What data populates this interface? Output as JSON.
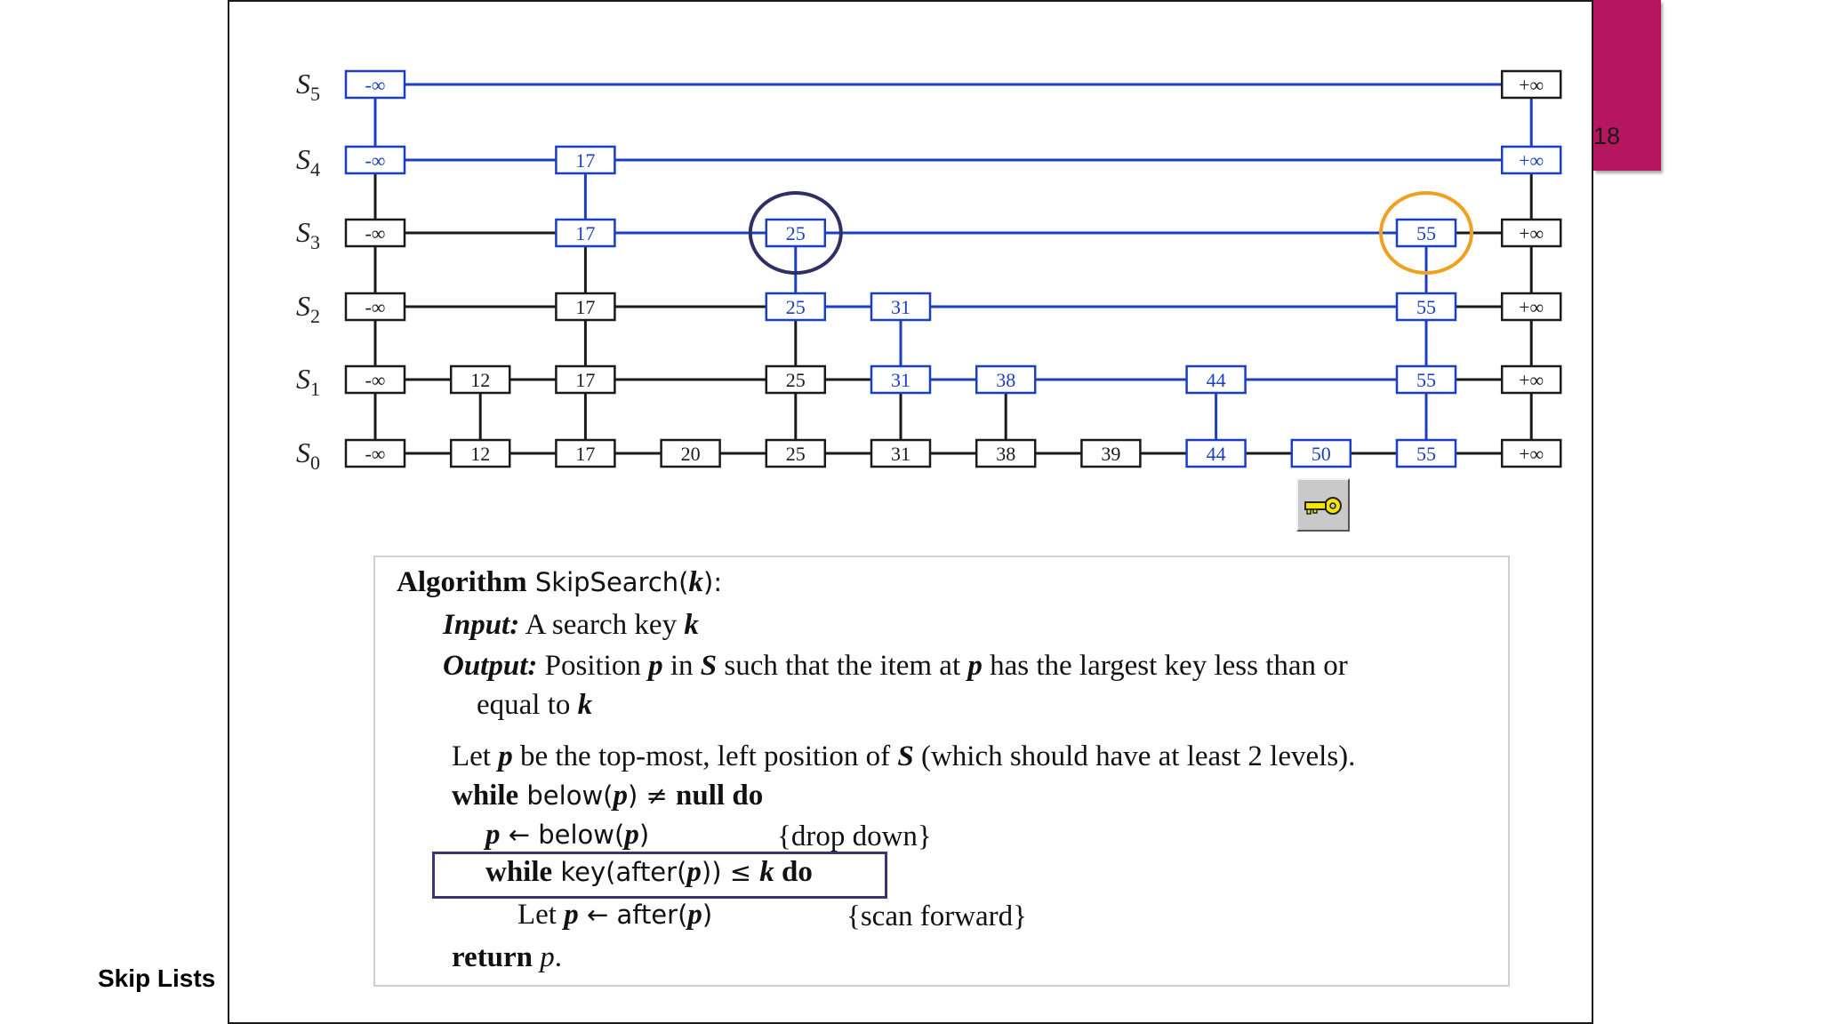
{
  "footer": {
    "title": "Skip Lists"
  },
  "slide": {
    "number": "18"
  },
  "colors": {
    "accent": "#b5165f",
    "path_blue": "#1a3fc0",
    "node_black": "#1a1a1a",
    "circle_dark": "#2f2f66",
    "circle_orange": "#f0a020"
  },
  "skiplist": {
    "levels": [
      {
        "label": "S",
        "sub": "5",
        "nodes": [
          {
            "col": 0,
            "key": "-∞",
            "path": true
          },
          {
            "col": 11,
            "key": "+∞",
            "path": false
          }
        ]
      },
      {
        "label": "S",
        "sub": "4",
        "nodes": [
          {
            "col": 0,
            "key": "-∞",
            "path": true
          },
          {
            "col": 2,
            "key": "17",
            "path": true
          },
          {
            "col": 11,
            "key": "+∞",
            "path": true
          }
        ]
      },
      {
        "label": "S",
        "sub": "3",
        "nodes": [
          {
            "col": 0,
            "key": "-∞",
            "path": false
          },
          {
            "col": 2,
            "key": "17",
            "path": true
          },
          {
            "col": 4,
            "key": "25",
            "path": true
          },
          {
            "col": 10,
            "key": "55",
            "path": true
          },
          {
            "col": 11,
            "key": "+∞",
            "path": false
          }
        ]
      },
      {
        "label": "S",
        "sub": "2",
        "nodes": [
          {
            "col": 0,
            "key": "-∞",
            "path": false
          },
          {
            "col": 2,
            "key": "17",
            "path": false
          },
          {
            "col": 4,
            "key": "25",
            "path": true
          },
          {
            "col": 5,
            "key": "31",
            "path": true
          },
          {
            "col": 10,
            "key": "55",
            "path": true
          },
          {
            "col": 11,
            "key": "+∞",
            "path": false
          }
        ]
      },
      {
        "label": "S",
        "sub": "1",
        "nodes": [
          {
            "col": 0,
            "key": "-∞",
            "path": false
          },
          {
            "col": 1,
            "key": "12",
            "path": false
          },
          {
            "col": 2,
            "key": "17",
            "path": false
          },
          {
            "col": 4,
            "key": "25",
            "path": false
          },
          {
            "col": 5,
            "key": "31",
            "path": true
          },
          {
            "col": 6,
            "key": "38",
            "path": true
          },
          {
            "col": 8,
            "key": "44",
            "path": true
          },
          {
            "col": 10,
            "key": "55",
            "path": true
          },
          {
            "col": 11,
            "key": "+∞",
            "path": false
          }
        ]
      },
      {
        "label": "S",
        "sub": "0",
        "nodes": [
          {
            "col": 0,
            "key": "-∞",
            "path": false
          },
          {
            "col": 1,
            "key": "12",
            "path": false
          },
          {
            "col": 2,
            "key": "17",
            "path": false
          },
          {
            "col": 3,
            "key": "20",
            "path": false
          },
          {
            "col": 4,
            "key": "25",
            "path": false
          },
          {
            "col": 5,
            "key": "31",
            "path": false
          },
          {
            "col": 6,
            "key": "38",
            "path": false
          },
          {
            "col": 7,
            "key": "39",
            "path": false
          },
          {
            "col": 8,
            "key": "44",
            "path": true
          },
          {
            "col": 9,
            "key": "50",
            "path": true
          },
          {
            "col": 10,
            "key": "55",
            "path": true
          },
          {
            "col": 11,
            "key": "+∞",
            "path": false
          }
        ]
      }
    ],
    "blue_horizontal": [
      [
        0,
        0,
        11
      ],
      [
        1,
        0,
        11
      ],
      [
        2,
        2,
        10
      ],
      [
        3,
        4,
        10
      ],
      [
        4,
        5,
        10
      ],
      [
        0,
        8,
        10
      ]
    ],
    "blue_vertical": [
      [
        0,
        0,
        1
      ],
      [
        2,
        1,
        2
      ],
      [
        4,
        2,
        3
      ],
      [
        5,
        3,
        4
      ],
      [
        8,
        4,
        5
      ],
      [
        10,
        2,
        3
      ],
      [
        10,
        3,
        4
      ],
      [
        10,
        4,
        5
      ],
      [
        11,
        0,
        1
      ]
    ],
    "circles": [
      {
        "level": 2,
        "col": 4,
        "color": "dark"
      },
      {
        "level": 2,
        "col": 10,
        "color": "orange"
      }
    ]
  },
  "icon": {
    "name": "key-icon"
  },
  "algorithm": {
    "header_kw": "Algorithm",
    "header_name": " SkipSearch(",
    "header_k": "k",
    "header_end": "):",
    "input_label": "Input:",
    "input_text": " A search key ",
    "input_k": "k",
    "output_label": "Output:",
    "output_a": " Position ",
    "output_p1": "p",
    "output_b": " in ",
    "output_s": "S",
    "output_c": " such that the item at ",
    "output_p2": "p",
    "output_d": " has the largest key less than or",
    "output2_a": "equal to ",
    "output2_k": "k",
    "let_a": "Let ",
    "let_p": "p",
    "let_b": " be the top-most, left position of ",
    "let_s": "S",
    "let_c": " (which should have at least 2 levels).",
    "while1_kw": "while",
    "while1_a": " below(",
    "while1_p": "p",
    "while1_b": ") ≠ ",
    "while1_null": "null",
    "while1_do": " do",
    "assign1_p": "p",
    "assign1_a": " ← below(",
    "assign1_p2": "p",
    "assign1_b": ")",
    "assign1_comment": "{drop down}",
    "while2_kw": "while",
    "while2_a": " key(after(",
    "while2_p": "p",
    "while2_b": ")) ≤ ",
    "while2_k": "k",
    "while2_do": " do",
    "let2_a": "Let ",
    "let2_p": "p",
    "let2_b": " ← after(",
    "let2_p2": "p",
    "let2_c": ")",
    "let2_comment": "{scan forward}",
    "return_kw": "return",
    "return_p": " p",
    "return_end": "."
  }
}
